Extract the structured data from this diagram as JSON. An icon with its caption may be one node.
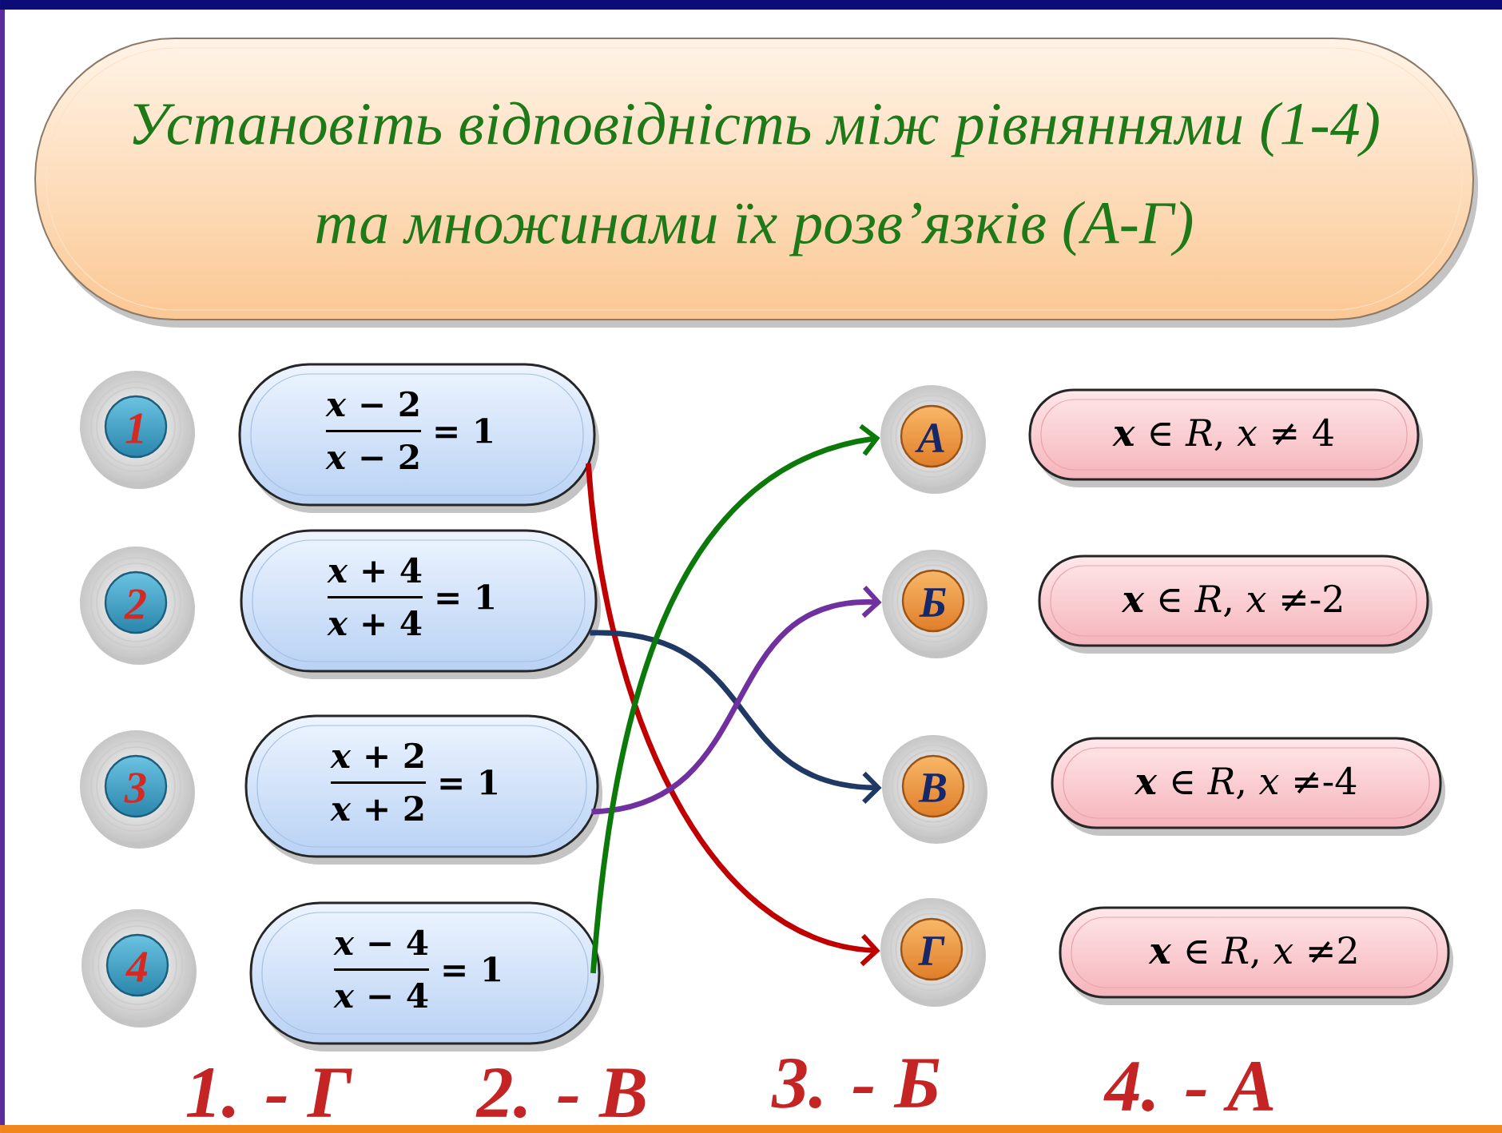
{
  "diagram": {
    "nodes": [
      {
        "text": [
          "Установіть відповідність між рівняннями (1-4) та множинами їх розв’язків (А-Г)"
        ]
      },
      {
        "text": [
          "1"
        ]
      },
      {
        "text": [
          "2"
        ]
      },
      {
        "text": [
          "3"
        ]
      },
      {
        "text": [
          "4"
        ]
      },
      {
        "text": [
          "*x* − 2",
          "*x* − 2",
          "= 1"
        ]
      },
      {
        "text": [
          "*x* + 4",
          "*x* + 4",
          "= 1"
        ]
      },
      {
        "text": [
          "*x* + 2",
          "*x* + 2",
          "= 1"
        ]
      },
      {
        "text": [
          "*x* − 4",
          "*x* − 4",
          "= 1"
        ]
      },
      {
        "text": [
          "А"
        ]
      },
      {
        "text": [
          "Б"
        ]
      },
      {
        "text": [
          "В"
        ]
      },
      {
        "text": [
          "Г"
        ]
      },
      {
        "text": [
          "**x** ∈ *R*, *x* ≠ 4"
        ]
      },
      {
        "text": [
          "**x** ∈ *R*, *x* ≠-2"
        ]
      },
      {
        "text": [
          "**x** ∈ *R*, *x* ≠-4"
        ]
      },
      {
        "text": [
          "**x** ∈ *R*, *x* ≠2"
        ]
      }
    ],
    "edges": [
      {
        "from": 5,
        "to": 12,
        "arrow": "to",
        "color": "#c00000"
      },
      {
        "from": 6,
        "to": 11,
        "arrow": "to",
        "color": "#1f3864"
      },
      {
        "from": 7,
        "to": 10,
        "arrow": "to",
        "color": "#7030a0"
      },
      {
        "from": 8,
        "to": 9,
        "arrow": "to",
        "color": "#0b7a0b"
      }
    ],
    "labels": [
      "1. - Г",
      "2. - В",
      "3. - Б",
      "4. - А"
    ]
  }
}
